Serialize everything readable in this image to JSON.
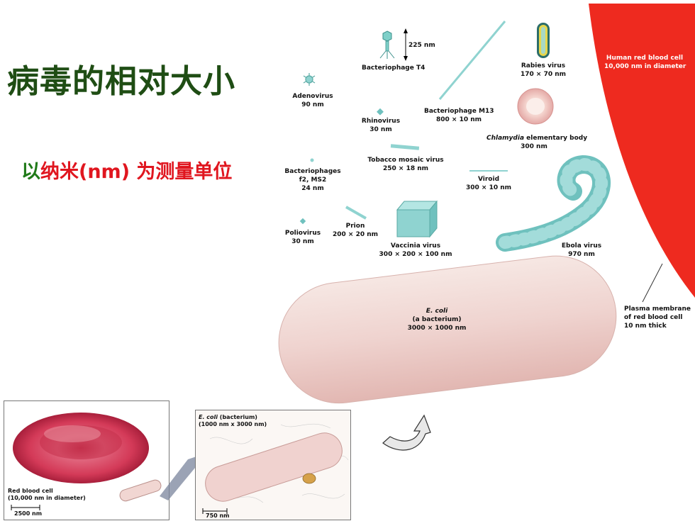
{
  "title": "病毒的相对大小",
  "subtitle": {
    "part1": "以",
    "part2": "纳米(nm) 为测量单位"
  },
  "colors": {
    "title_green": "#1f4d14",
    "subtitle_red": "#e0161f",
    "rbc_red": "#ee2a1f",
    "virus_teal": "#8fd3d0",
    "ecoli_pink": "#f1d9d5"
  },
  "labels": {
    "t4": {
      "name": "Bacteriophage T4",
      "size": "225 nm"
    },
    "adeno": {
      "name": "Adenovirus",
      "size": "90 nm"
    },
    "rhino": {
      "name": "Rhinovirus",
      "size": "30 nm"
    },
    "m13": {
      "name": "Bacteriophage M13",
      "size": "800 × 10 nm"
    },
    "rabies": {
      "name": "Rabies virus",
      "size": "170 × 70 nm"
    },
    "hrbc": {
      "name": "Human red blood cell",
      "size": "10,000 nm in diameter"
    },
    "chlamydia": {
      "name_italic": "Chlamydia",
      "name_rest": " elementary body",
      "size": "300 nm"
    },
    "tmv": {
      "name": "Tobacco mosaic virus",
      "size": "250 × 18 nm"
    },
    "f2": {
      "name": "Bacteriophages",
      "name2": "f2, MS2",
      "size": "24 nm"
    },
    "viroid": {
      "name": "Viroid",
      "size": "300 × 10 nm"
    },
    "prion": {
      "name": "Prion",
      "size": "200 × 20 nm"
    },
    "polio": {
      "name": "Poliovirus",
      "size": "30 nm"
    },
    "vaccinia": {
      "name": "Vaccinia virus",
      "size": "300 × 200 × 100 nm"
    },
    "ebola": {
      "name": "Ebola virus",
      "size": "970 nm"
    },
    "ecoli": {
      "name": "E. coli",
      "desc": "(a bacterium)",
      "size": "3000 × 1000 nm"
    },
    "plasma": {
      "line1": "Plasma membrane",
      "line2": "of red blood cell",
      "line3": "10 nm thick"
    }
  },
  "inset": {
    "rbc_label": "Red blood cell",
    "rbc_size": "(10,000 nm in diameter)",
    "scale1": "2500 nm",
    "ecoli_italic": "E. coli",
    "ecoli_rest": " (bacterium)",
    "ecoli_size": "(1000 nm x 3000 nm)",
    "scale2": "750 nm"
  }
}
